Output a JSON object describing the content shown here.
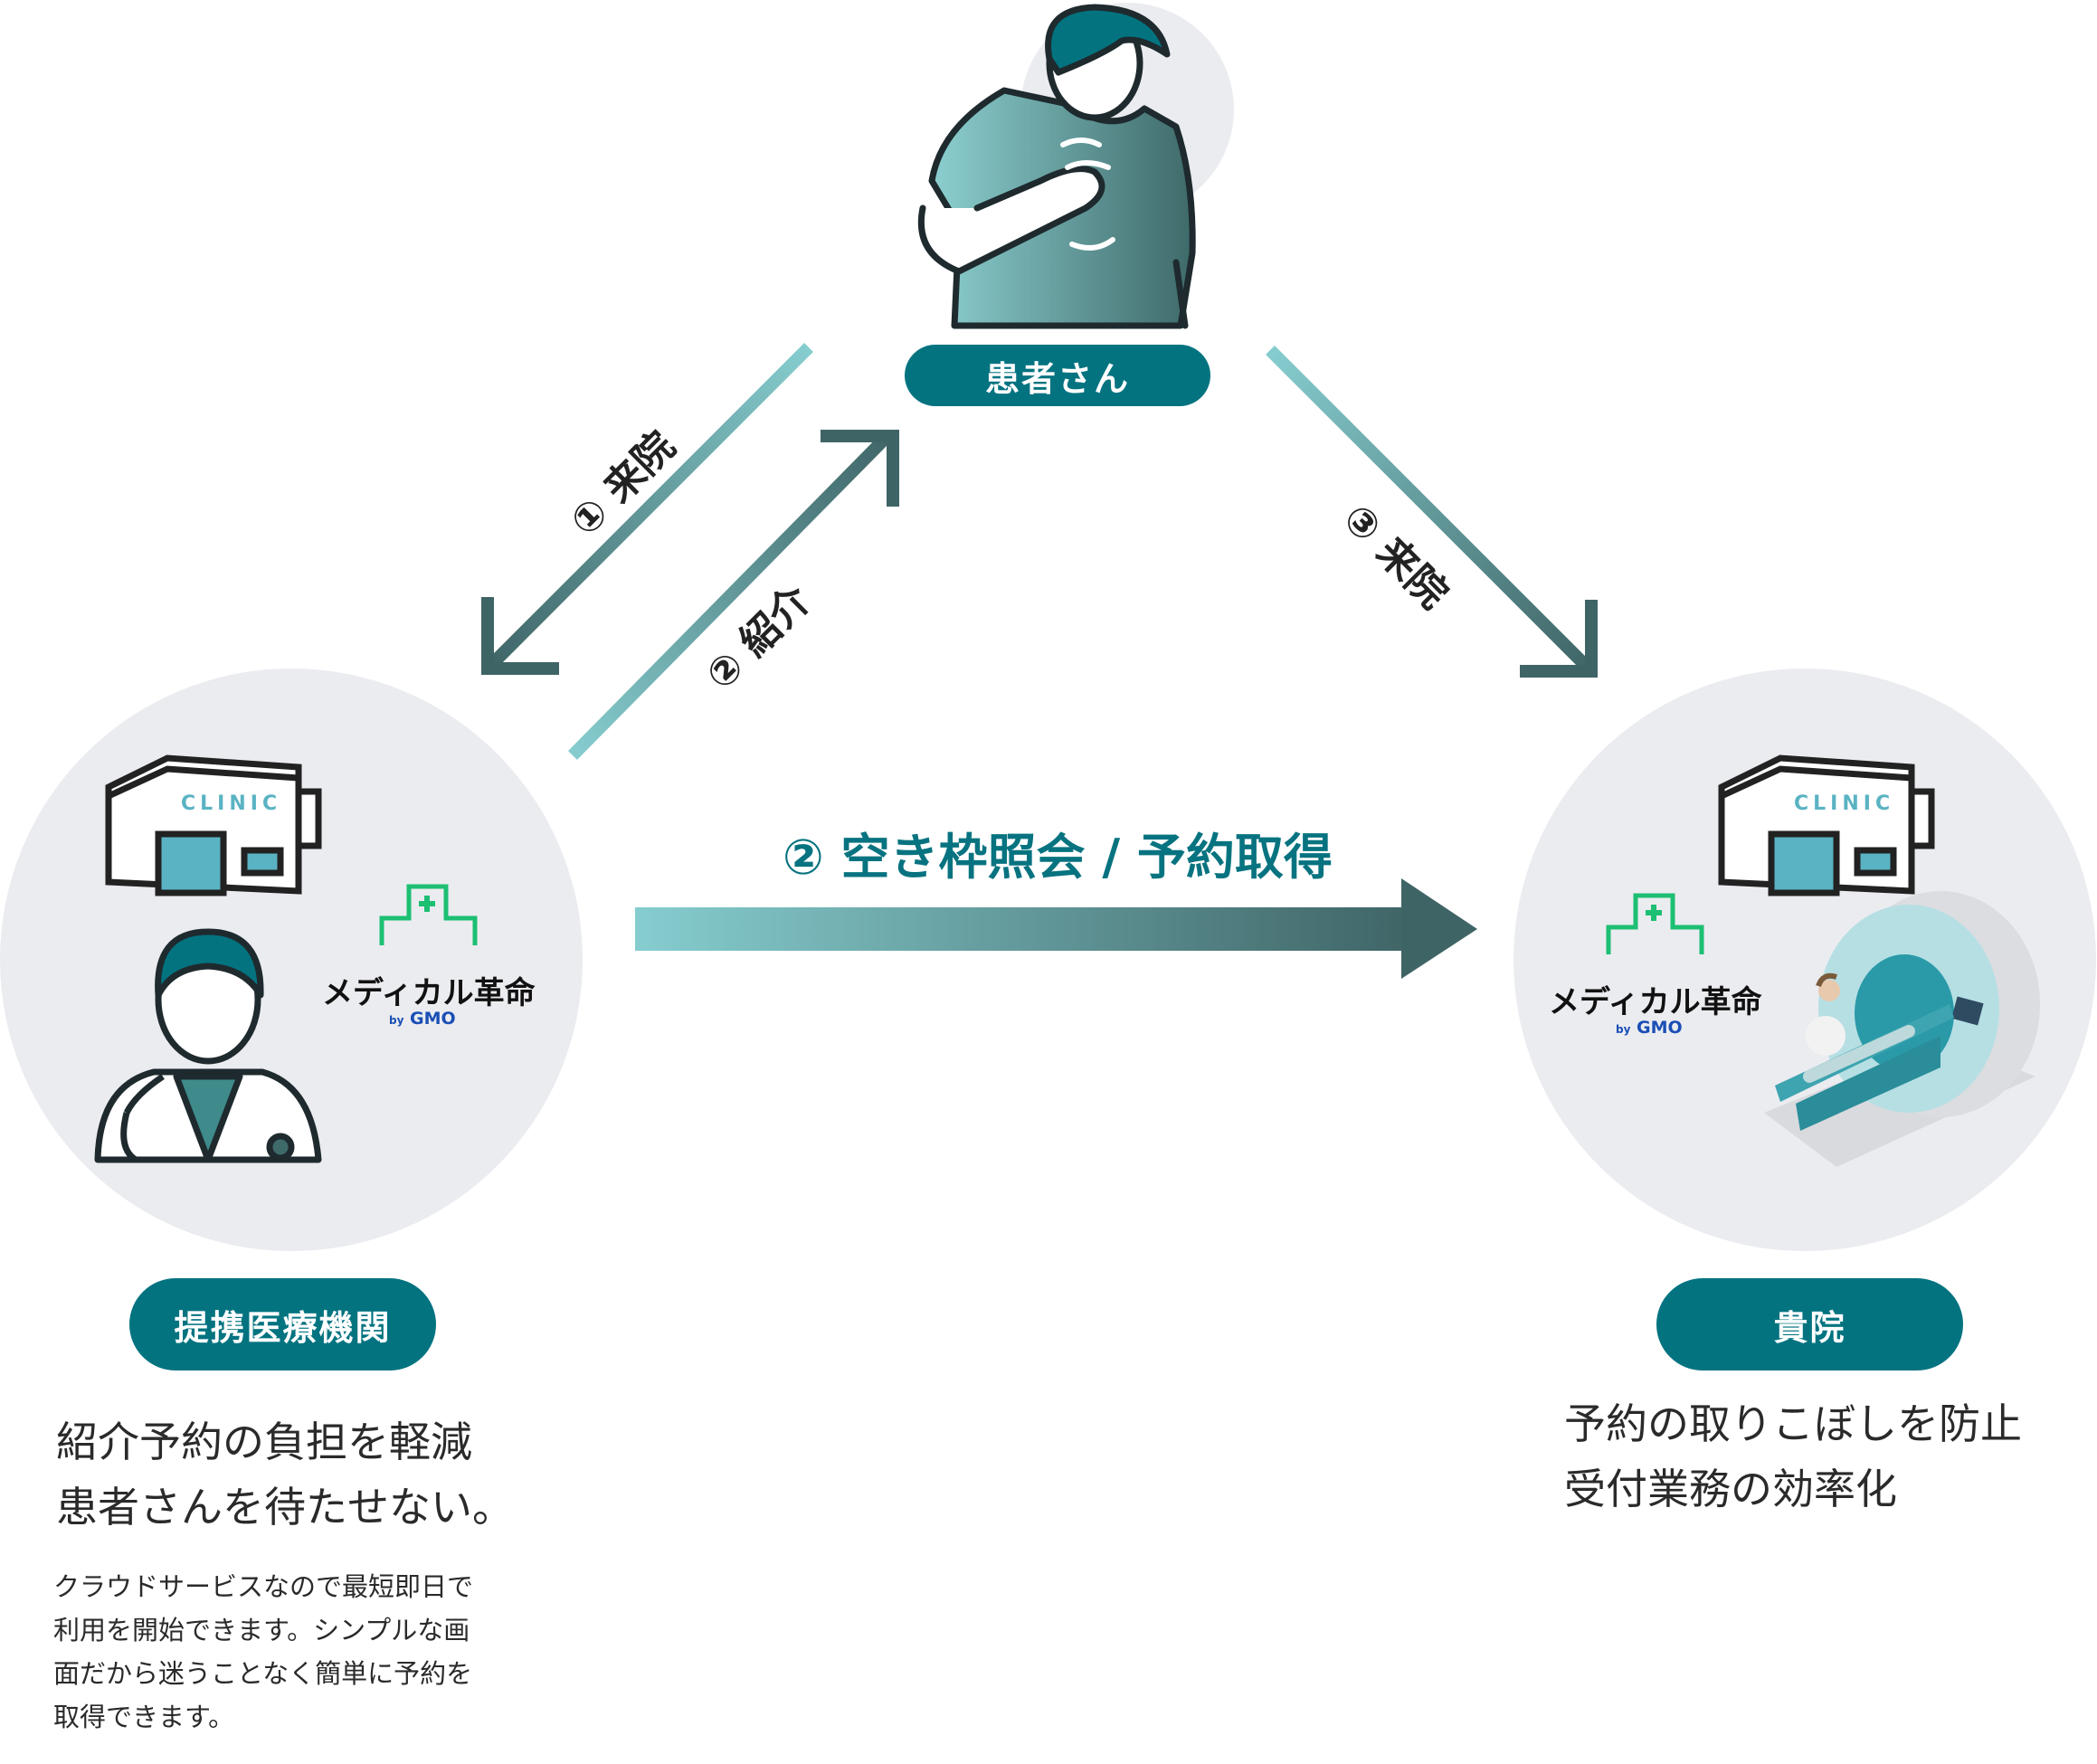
{
  "nodes": {
    "patient": {
      "label": "患者さん"
    },
    "partner": {
      "label": "提携医療機関",
      "headline": [
        "紹介予約の負担を軽減",
        "患者さんを待たせない。"
      ],
      "description": [
        "クラウドサービスなので最短即日で",
        "利用を開始できます。シンプルな画",
        "面だから迷うことなく簡単に予約を",
        "取得できます。"
      ]
    },
    "your_clinic": {
      "label": "貴院",
      "headline": [
        "予約の取りこぼしを防止",
        "受付業務の効率化"
      ]
    }
  },
  "flows": {
    "visit1": "① 来院",
    "referral": "② 紹介",
    "visit3": "③ 来院",
    "booking": "② 空き枠照会 / 予約取得"
  },
  "logo": {
    "name": "メディカル革命",
    "by": "by",
    "brand": "GMO"
  },
  "clinic_sign": "CLINIC",
  "colors": {
    "accent": "#037380",
    "arrow_light": "#86cdcf",
    "arrow_dark": "#3f6466",
    "circle": "#ebecf0",
    "logo_green": "#1dbf73"
  }
}
